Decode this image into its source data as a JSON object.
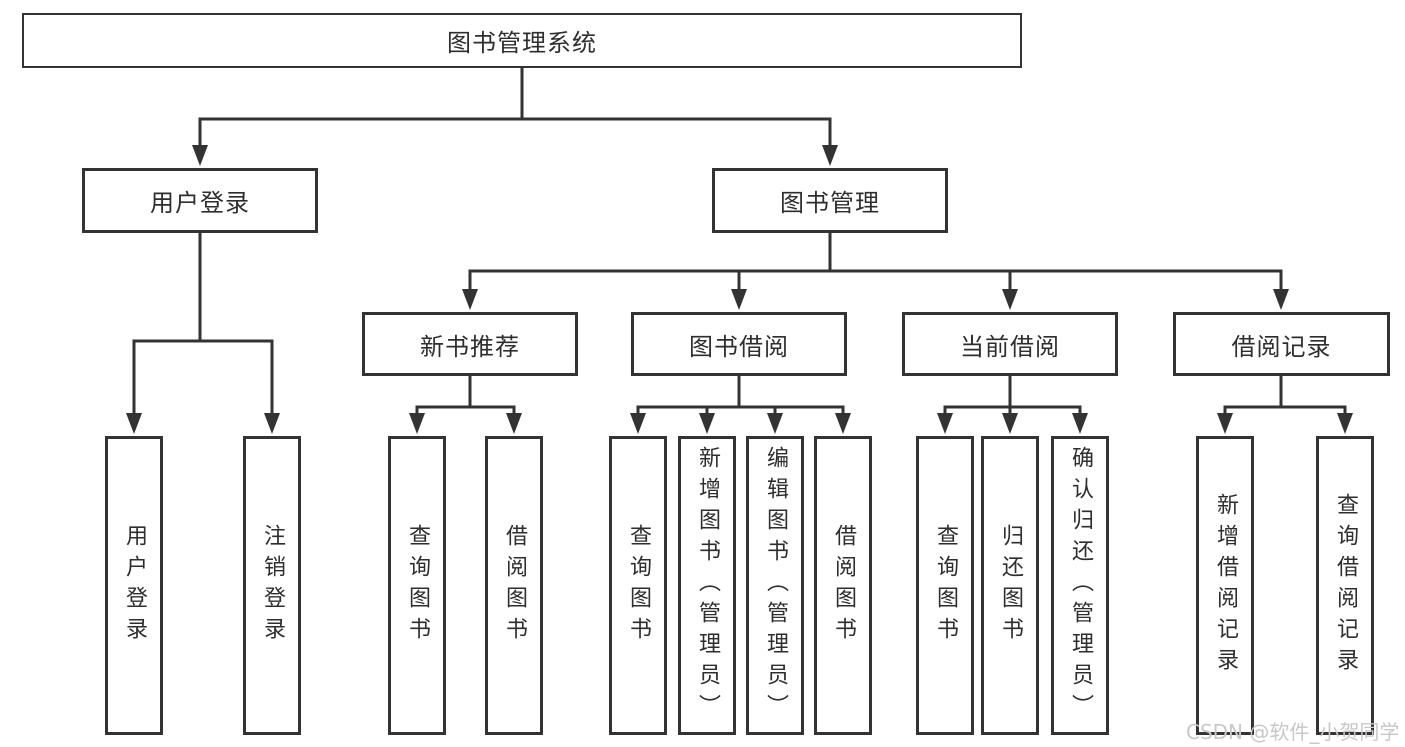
{
  "diagram": {
    "root": {
      "label": "图书管理系统"
    },
    "branches": {
      "user_login": {
        "label": "用户登录",
        "children": [
          "用户登录",
          "注销登录"
        ]
      },
      "book_management": {
        "label": "图书管理"
      },
      "new_book_recommend": {
        "label": "新书推荐",
        "children": [
          "查询图书",
          "借阅图书"
        ]
      },
      "book_borrow": {
        "label": "图书借阅",
        "children": [
          "查询图书",
          "新增图书（管理员）",
          "编辑图书（管理员）",
          "借阅图书"
        ]
      },
      "current_borrow": {
        "label": "当前借阅",
        "children": [
          "查询图书",
          "归还图书",
          "确认归还（管理员）"
        ]
      },
      "borrow_record": {
        "label": "借阅记录",
        "children": [
          "新增借阅记录",
          "查询借阅记录"
        ]
      }
    },
    "colors": {
      "line": "#333333",
      "text": "#2e2e2e",
      "background": "#ffffff",
      "watermark": "#c8c8c8"
    }
  },
  "watermark": {
    "text": "CSDN @软件_小贺同学"
  }
}
